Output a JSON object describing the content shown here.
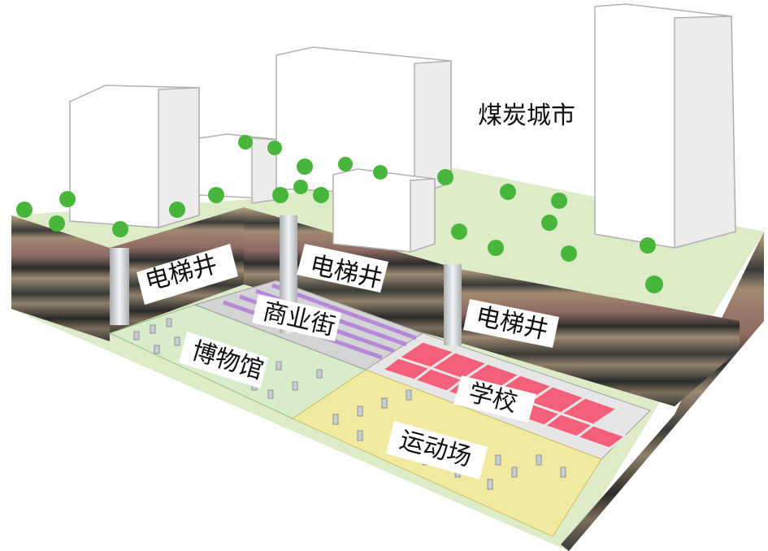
{
  "title": "煤炭城市",
  "labels": {
    "elevator_left": "电梯井",
    "elevator_middle": "电梯井",
    "elevator_right": "电梯井",
    "commercial_street": "商业街",
    "museum": "博物馆",
    "school": "学校",
    "sports_field": "运动场"
  },
  "colors": {
    "ground_top": "#ddebc8",
    "soil_front": "#8b7d6a",
    "soil_side": "#7a6c5a",
    "coal_layer": "#2b2b2b",
    "museum_floor": "#d9ecc9",
    "street_floor": "#d9d9d9",
    "street_stripe": "#b48ad8",
    "school_floor": "#e8e8e8",
    "school_cell": "#f4607a",
    "sports_floor": "#f0eaa0",
    "building": "#ffffff",
    "tree": "#47b63a",
    "pillar": "#cfd4d6"
  }
}
